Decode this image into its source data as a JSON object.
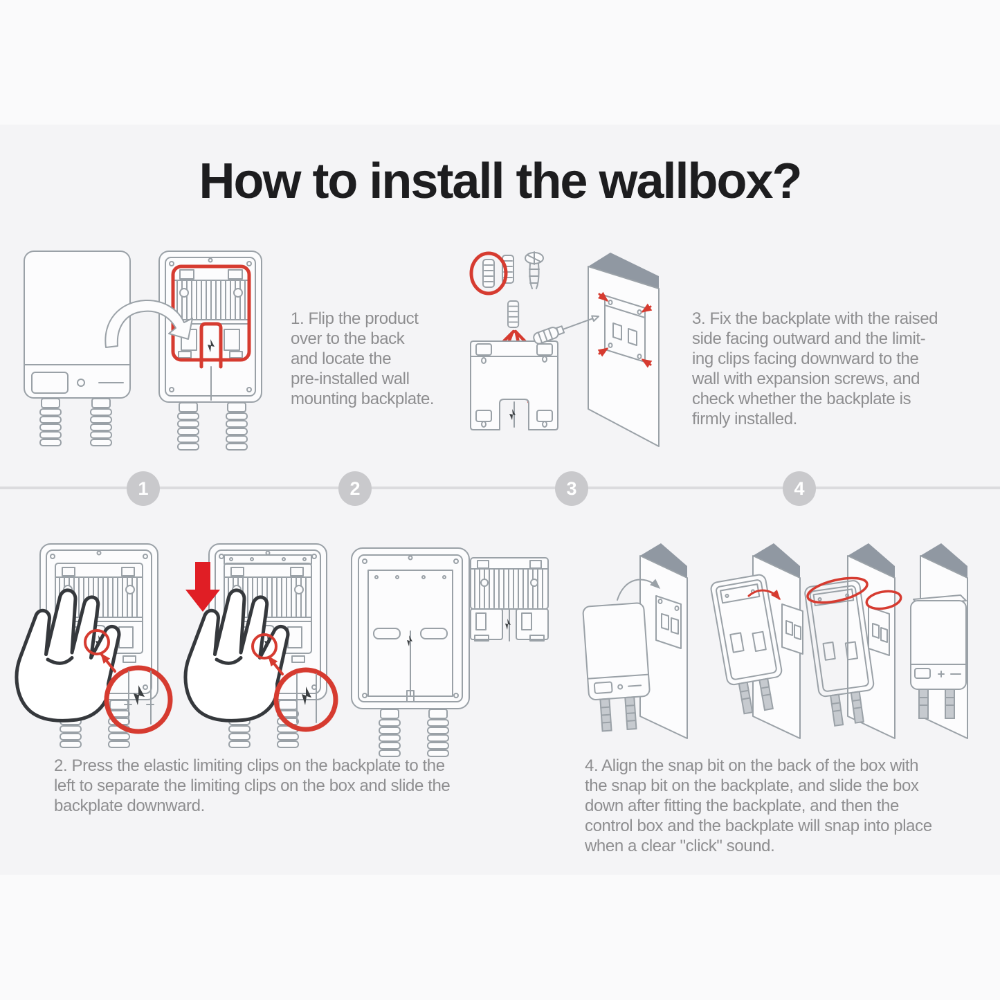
{
  "title": "How to install the wallbox?",
  "markers": [
    "1",
    "2",
    "3",
    "4"
  ],
  "steps": {
    "step1": {
      "lines": "1. Flip the product\nover to the back\nand locate the\npre-installed wall\nmounting backplate."
    },
    "step2": {
      "lines": "2. Press the elastic limiting clips on the backplate to the\nleft to separate the limiting clips on the box and slide the\nbackplate downward."
    },
    "step3": {
      "lines": "3. Fix the backplate with the raised\nside facing outward and the limit-\ning clips facing downward to the\nwall with expansion screws, and\ncheck whether the backplate is\nfirmly installed."
    },
    "step4": {
      "lines": "4. Align the snap bit on the back of the box with\nthe snap bit on the backplate, and slide the box\ndown after fitting the backplate, and then the\ncontrol box and the backplate will snap into place\nwhen a clear \"click\" sound."
    }
  },
  "illustrations": {
    "step1": [
      "wallbox-front-view",
      "flip-arrow",
      "wallbox-back-view-with-red-backplate-highlight"
    ],
    "step2": [
      "hand-pressing-clip-on-box",
      "hand-with-red-down-arrow-sliding-backplate",
      "box-back-without-backplate",
      "detached-backplate"
    ],
    "step3": [
      "expansion-anchor-circled",
      "expansion-anchor",
      "expansion-screw",
      "anchor-with-four-red-arrows-to-backplate-holes",
      "wall-with-backplate-and-screwdriver"
    ],
    "step4": [
      "box-in-front-of-wall-backplate",
      "box-tilted-showing-snap-bit",
      "box-sliding-onto-backplate-red-highlight",
      "box-mounted-flush-on-wall"
    ]
  },
  "colors": {
    "accent_red_outline": "#d63b30",
    "accent_red_solid": "#e01e25",
    "line_gray": "#9aa1a7",
    "text_gray": "#8e8e90",
    "title_black": "#1d1d1f",
    "panel_bg": "#f4f4f6",
    "page_bg": "#fafafb",
    "divider": "#dbdbde",
    "marker_bg": "#c9c9cc",
    "marker_text": "#ffffff",
    "wall_flap_gray": "#9098a2"
  }
}
